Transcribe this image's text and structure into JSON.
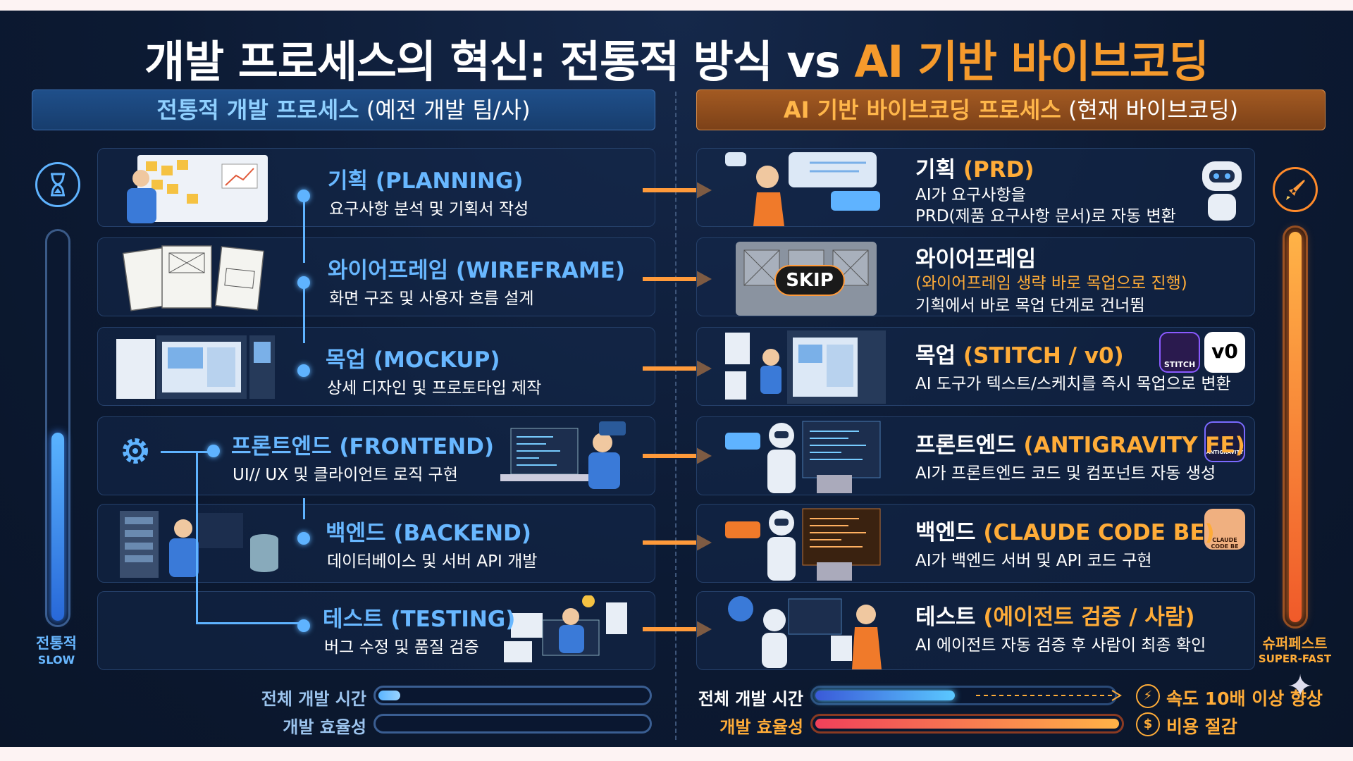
{
  "title": {
    "main": "개발 프로세스의 혁신: 전통적 방식 vs ",
    "accent": "AI 기반 바이브코딩"
  },
  "left_header": {
    "main": "전통적 개발 프로세스",
    "sub": " (예전 개발 팀/사)"
  },
  "right_header": {
    "main": "AI 기반 바이브코딩 프로세스",
    "sub": " (현재 바이브코딩)"
  },
  "left_steps": [
    {
      "title": "기획 (PLANNING)",
      "desc": "요구사항 분석 및 기획서 작성"
    },
    {
      "title": "와이어프레임 (WIREFRAME)",
      "desc": "화면 구조 및 사용자 흐름 설계"
    },
    {
      "title": "목업 (MOCKUP)",
      "desc": "상세 디자인 및 프로토타입 제작"
    },
    {
      "title": "프론트엔드 (FRONTEND)",
      "desc": "UI// UX 및 클라이언트 로직 구현"
    },
    {
      "title": "백엔드 (BACKEND)",
      "desc": "데이터베이스 및 서버 API 개발"
    },
    {
      "title": "테스트 (TESTING)",
      "desc": "버그 수정 및 품질 검증"
    }
  ],
  "right_steps": [
    {
      "title_a": "기획 ",
      "title_b": "(PRD)",
      "desc": "AI가 요구사항을",
      "desc2": "PRD(제품 요구사항 문서)로 자동 변환"
    },
    {
      "title_a": "와이어프레임",
      "title_b": "",
      "desc": "(와이어프레임 생략 바로 목업으로 진행)",
      "desc2": "기획에서 바로 목업 단계로 건너뜀",
      "skip": "SKIP"
    },
    {
      "title_a": "목업 ",
      "title_b": "(STITCH / v0)",
      "desc": "AI 도구가 텍스트/스케치를 즉시 목업으로 변환",
      "badge1": "STITCH",
      "badge2": "v0"
    },
    {
      "title_a": "프론트엔드 ",
      "title_b": "(ANTIGRAVITY FE)",
      "desc": "AI가 프론트엔드 코드 및 컴포넌트 자동 생성",
      "badge": "ANTIGRAVITY"
    },
    {
      "title_a": "백엔드 ",
      "title_b": "(CLAUDE CODE BE)",
      "desc": "AI가 백엔드 서버 및 API 코드 구현",
      "badge": "CLAUDE CODE BE"
    },
    {
      "title_a": "테스트 ",
      "title_b": "(에이전트 검증 / 사람)",
      "desc": "AI 에이전트 자동 검증 후 사람이 최종 확인"
    }
  ],
  "left_meter": {
    "label": "전통적",
    "sub": "SLOW",
    "level": 0.5
  },
  "right_meter": {
    "label": "슈퍼페스트",
    "sub": "SUPER-FAST",
    "level": 1.0
  },
  "left_bars": [
    {
      "label": "전체 개발 시간",
      "level": 0.1
    },
    {
      "label": "개발 효율성",
      "level": 0.0
    }
  ],
  "right_bars": [
    {
      "label": "전체 개발 시간",
      "level": 0.48
    },
    {
      "label": "개발 효율성",
      "level": 1.0
    }
  ],
  "right_tags": {
    "speed": "속도 10배 이상 향상",
    "cost": "비용 절감"
  },
  "colors": {
    "blue": "#5fb3ff",
    "orange": "#ffac38",
    "bg": "#0c1a33"
  }
}
